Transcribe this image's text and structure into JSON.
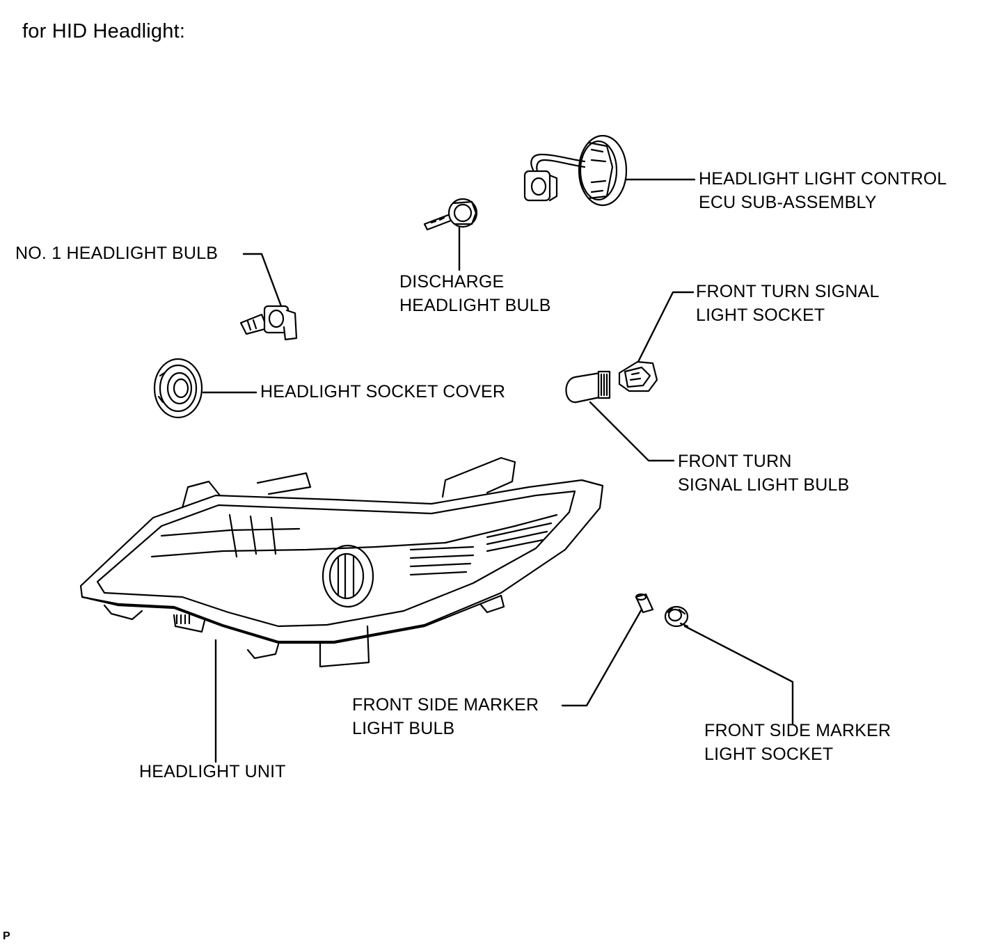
{
  "title": "for HID Headlight:",
  "figure_code": "P",
  "labels": {
    "ecu": [
      "HEADLIGHT LIGHT CONTROL",
      "ECU SUB-ASSEMBLY"
    ],
    "no1_bulb": [
      "NO. 1 HEADLIGHT BULB"
    ],
    "discharge_bulb": [
      "DISCHARGE",
      "HEADLIGHT BULB"
    ],
    "turn_socket": [
      "FRONT TURN SIGNAL",
      "LIGHT SOCKET"
    ],
    "socket_cover": [
      "HEADLIGHT SOCKET COVER"
    ],
    "turn_bulb": [
      "FRONT TURN",
      "SIGNAL LIGHT BULB"
    ],
    "marker_bulb": [
      "FRONT SIDE MARKER",
      "LIGHT BULB"
    ],
    "marker_socket": [
      "FRONT SIDE MARKER",
      "LIGHT SOCKET"
    ],
    "headlight_unit": [
      "HEADLIGHT UNIT"
    ]
  },
  "colors": {
    "line": "#000000",
    "background": "#ffffff",
    "part_fill": "#ffffff"
  }
}
